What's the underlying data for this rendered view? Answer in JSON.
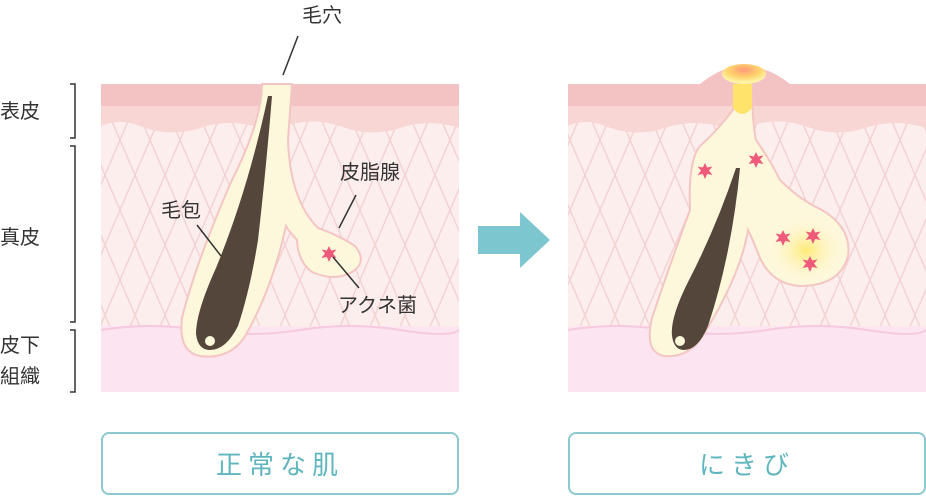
{
  "labels": {
    "pore": "毛穴",
    "epidermis": "表皮",
    "dermis": "真皮",
    "subcutis_line1": "皮下",
    "subcutis_line2": "組織",
    "hair_follicle": "毛包",
    "sebaceous_gland": "皮脂腺",
    "acne_bacteria": "アクネ菌"
  },
  "captions": {
    "normal": "正常な肌",
    "acne": "にきび"
  },
  "icons": {
    "transition": "right-arrow-icon",
    "bacteria": "bacteria-star-icon"
  },
  "colors": {
    "epidermis": "#f3c3c4",
    "dermis": "#fdeeee",
    "subcutis": "#fce4f0",
    "follicle": "#fdf8dc",
    "hair": "#54463b",
    "bacteria": "#ef5a7a",
    "arrow": "#7cc6cf",
    "caption_border": "#8cc9cf",
    "caption_text": "#5fb6bf"
  }
}
